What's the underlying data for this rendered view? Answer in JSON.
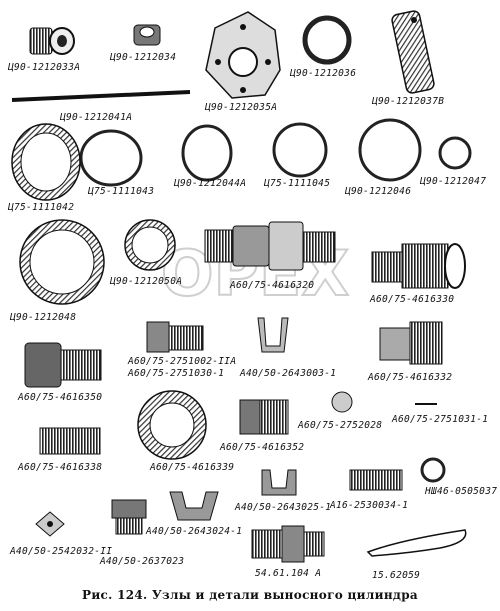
{
  "labels": {
    "l01": "Ц90-1212033А",
    "l02": "Ц90-1212034",
    "l03": "Ц90-1212036",
    "l04": "Ц90-1212037В",
    "l05": "Ц90-1212035А",
    "l06": "Ц90-1212041А",
    "l07": "Ц75-1111043",
    "l08": "Ц90-1212044А",
    "l09": "Ц75-1111045",
    "l10": "Ц90-1212047",
    "l11": "Ц75-1111042",
    "l12": "Ц90-1212046",
    "l13": "Ц90-1212050А",
    "l14": "А60/75-4616320",
    "l15": "А60/75-4616330",
    "l16": "Ц90-1212048",
    "l17": "А60/75-2751002-IIА",
    "l18": "А60/75-2751030-1",
    "l19": "А40/50-2643003-1",
    "l20": "А60/75-4616332",
    "l21": "А60/75-4616350",
    "l22": "А60/75-2752028",
    "l23": "А60/75-2751031-1",
    "l24": "А60/75-4616352",
    "l25": "А60/75-4616338",
    "l26": "А60/75-4616339",
    "l27": "А40/50-2643025-1",
    "l28": "А16-2530034-1",
    "l29": "НШ46-0505037",
    "l30": "А40/50-2643024-1",
    "l31": "А40/50-2542032-II",
    "l32": "А40/50-2637023",
    "l33": "54.61.104 А",
    "l34": "15.62059"
  },
  "caption": "Рис. 124. Узлы и детали выносного цилиндра",
  "watermark": "OPEX"
}
